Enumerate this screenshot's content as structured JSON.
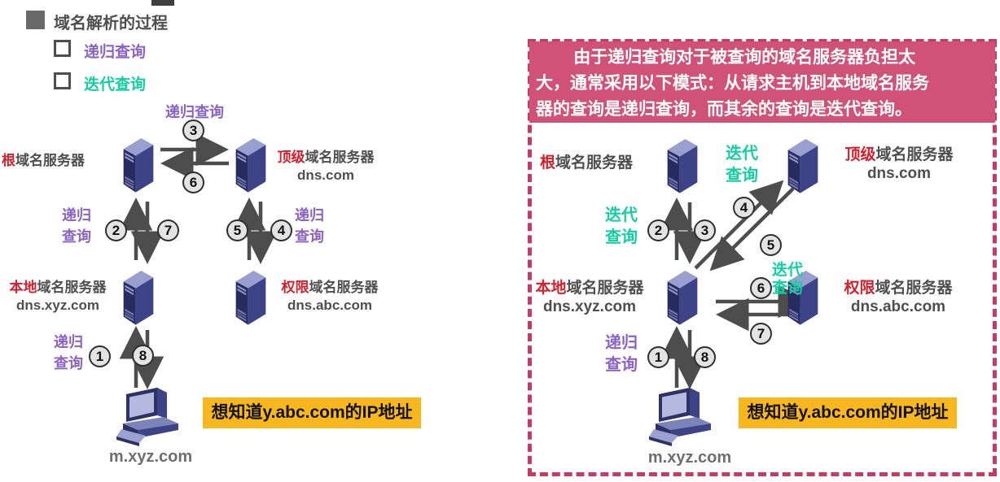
{
  "page": {
    "title": "域名解析的过程"
  },
  "legend": {
    "recursive": "递归查询",
    "iterative": "迭代查询"
  },
  "query_words": {
    "recursive_full": "递归查询",
    "recursive_l1": "递归",
    "recursive_l2": "查询",
    "iterative_l1": "迭代",
    "iterative_l2": "查询"
  },
  "steps": {
    "s1": "1",
    "s2": "2",
    "s3": "3",
    "s4": "4",
    "s5": "5",
    "s6": "6",
    "s7": "7",
    "s8": "8"
  },
  "servers": {
    "root": {
      "prefix": "根",
      "name": "域名服务器"
    },
    "tld": {
      "prefix": "顶级",
      "name": "域名服务器",
      "domain": "dns.com"
    },
    "local": {
      "prefix": "本地",
      "name": "域名服务器",
      "domain": "dns.xyz.com"
    },
    "auth": {
      "prefix": "权限",
      "name": "域名服务器",
      "domain": "dns.abc.com"
    }
  },
  "host": {
    "domain": "m.xyz.com"
  },
  "goal": {
    "text": "想知道y.abc.com的IP地址"
  },
  "note": {
    "line1": "由于递归查询对于被查询的域名服务器负担太",
    "line2": "大，通常采用以下模式：从请求主机到本地域名服务",
    "line3": "器的查询是递归查询，而其余的查询是迭代查询。"
  },
  "colors": {
    "purple": "#8a63c6",
    "teal": "#12cfa2",
    "red": "#d41f2c",
    "gray_text": "#4f4f4f",
    "yellow_box": "#f7b71d",
    "note_bg": "#d05278",
    "dashed_border": "#c63a66",
    "arrow": "#4d4d4d",
    "server_navy": "#3c4386"
  }
}
